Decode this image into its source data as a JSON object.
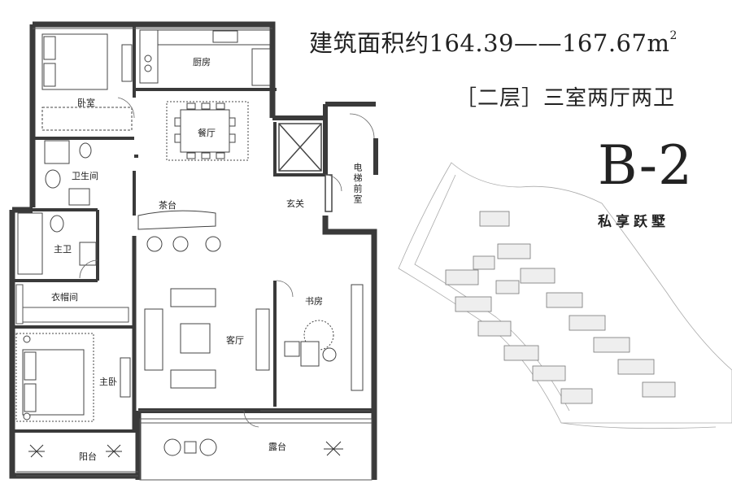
{
  "header": {
    "area_label": "建筑面积约164.39——167.67m",
    "area_sup": "2",
    "layout_label": "［二层］三室两厅两卫",
    "unit_code": "B-2",
    "tagline": "私享跃墅"
  },
  "rooms": {
    "bedroom": "卧室",
    "kitchen": "厨房",
    "dining": "餐厅",
    "bathroom": "卫生间",
    "elevator_lobby": "电梯前室",
    "tea": "茶台",
    "foyer": "玄关",
    "master_bath": "主卫",
    "closet": "衣帽间",
    "study": "书房",
    "living": "客厅",
    "master_bedroom": "主卧",
    "balcony": "阳台",
    "terrace": "露台"
  },
  "colors": {
    "wall": "#3a3a3a",
    "line": "#555555",
    "furniture": "#444444"
  }
}
